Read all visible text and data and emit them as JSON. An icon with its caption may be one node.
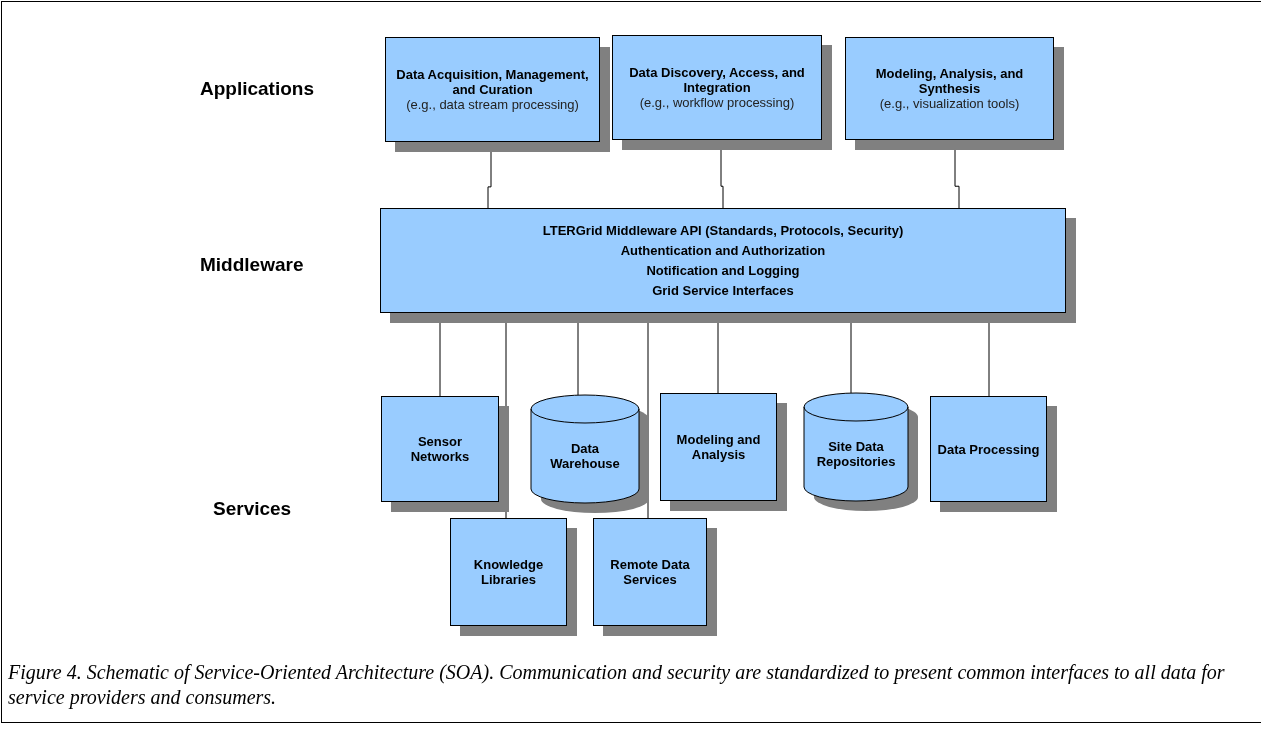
{
  "diagram": {
    "caption": "Figure 4.  Schematic of Service-Oriented Architecture (SOA). Communication and security are standardized to present common interfaces to all data for service providers and consumers.",
    "nodes": [
      {
        "text": [
          "Data Acquisition, Management, and Curation",
          "(e.g., data stream processing)"
        ]
      },
      {
        "text": [
          "Data Discovery, Access, and Integration",
          "(e.g., workflow processing)"
        ]
      },
      {
        "text": [
          "Modeling, Analysis, and Synthesis",
          "(e.g., visualization tools)"
        ]
      },
      {
        "text": [
          "LTERGrid Middleware API (Standards, Protocols, Security)",
          "Authentication and Authorization",
          "Notification and Logging",
          "Grid Service Interfaces"
        ]
      },
      {
        "text": [
          "Sensor Networks"
        ]
      },
      {
        "text": [
          "Data Warehouse"
        ]
      },
      {
        "text": [
          "Modeling and Analysis"
        ]
      },
      {
        "text": [
          "Site Data Repositories"
        ]
      },
      {
        "text": [
          "Data Processing"
        ]
      },
      {
        "text": [
          "Knowledge Libraries"
        ]
      },
      {
        "text": [
          "Remote Data Services"
        ]
      }
    ],
    "edges": [
      {
        "from": 0,
        "to": 3,
        "arrow": "none"
      },
      {
        "from": 1,
        "to": 3,
        "arrow": "none"
      },
      {
        "from": 2,
        "to": 3,
        "arrow": "none"
      },
      {
        "from": 3,
        "to": 4,
        "arrow": "none"
      },
      {
        "from": 3,
        "to": 9,
        "arrow": "none"
      },
      {
        "from": 3,
        "to": 5,
        "arrow": "none"
      },
      {
        "from": 3,
        "to": 10,
        "arrow": "none"
      },
      {
        "from": 3,
        "to": 6,
        "arrow": "none"
      },
      {
        "from": 3,
        "to": 7,
        "arrow": "none"
      },
      {
        "from": 3,
        "to": 8,
        "arrow": "none"
      }
    ],
    "labels": [
      "Applications",
      "Middleware",
      "Services"
    ]
  }
}
